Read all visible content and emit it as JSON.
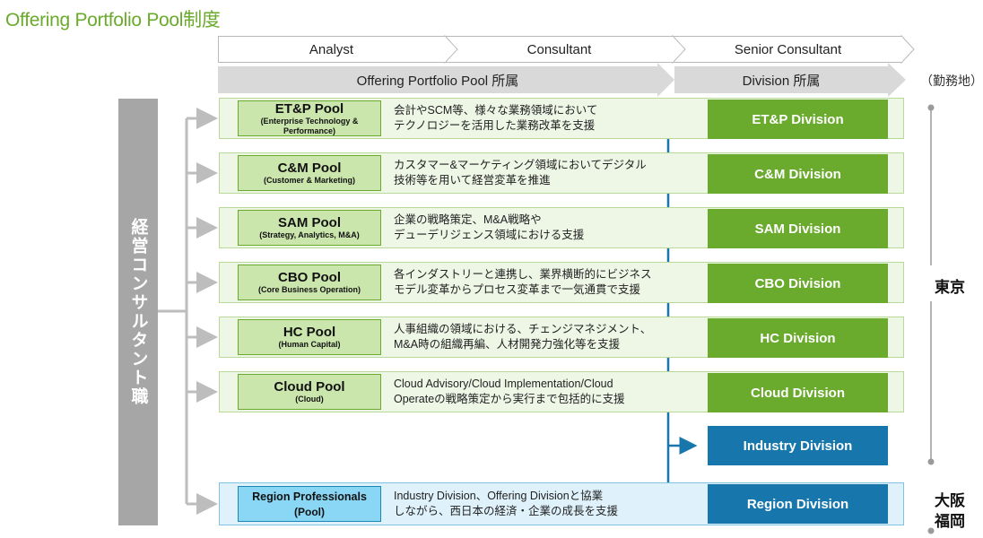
{
  "title": "Offering Portfolio Pool制度",
  "stages": [
    "Analyst",
    "Consultant",
    "Senior Consultant"
  ],
  "affiliation": {
    "pool": "Offering Portfolio Pool 所属",
    "division": "Division 所属"
  },
  "workplace_label": "（勤務地）",
  "vertical_label": "経営コンサルタント職",
  "rows": [
    {
      "pool": "ET&P Pool",
      "sub": "(Enterprise Technology & Performance)",
      "desc1": "会計やSCM等、様々な業務領域において",
      "desc2": "テクノロジーを活用した業務改革を支援",
      "division": "ET&P Division"
    },
    {
      "pool": "C&M Pool",
      "sub": "(Customer & Marketing)",
      "desc1": "カスタマー&マーケティング領域においてデジタル",
      "desc2": "技術等を用いて経営変革を推進",
      "division": "C&M Division"
    },
    {
      "pool": "SAM Pool",
      "sub": "(Strategy, Analytics, M&A)",
      "desc1": "企業の戦略策定、M&A戦略や",
      "desc2": "デューデリジェンス領域における支援",
      "division": "SAM Division"
    },
    {
      "pool": "CBO Pool",
      "sub": "(Core Business Operation)",
      "desc1": "各インダストリーと連携し、業界横断的にビジネス",
      "desc2": "モデル変革からプロセス変革まで一気通貫で支援",
      "division": "CBO Division"
    },
    {
      "pool": "HC Pool",
      "sub": "(Human Capital)",
      "desc1": "人事組織の領域における、チェンジマネジメント、",
      "desc2": "M&A時の組織再編、人材開発力強化等を支援",
      "division": "HC Division"
    },
    {
      "pool": "Cloud Pool",
      "sub": "(Cloud)",
      "desc1": "Cloud Advisory/Cloud Implementation/Cloud",
      "desc2": "Operateの戦略策定から実行まで包括的に支援",
      "division": "Cloud Division"
    }
  ],
  "industry_division": "Industry Division",
  "region": {
    "pool": "Region Professionals",
    "sub": "(Pool)",
    "desc1": "Industry Division、Offering Divisionと協業",
    "desc2": "しながら、西日本の経済・企業の成長を支援",
    "division": "Region Division"
  },
  "locations": {
    "tokyo": "東京",
    "osaka": "大阪",
    "fukuoka": "福岡"
  },
  "colors": {
    "title": "#6aaa2c",
    "green": "#6aaa2c",
    "green_light": "#cbe6ad",
    "blue": "#1777ad",
    "blue_light": "#8ad6f5",
    "gray": "#a6a6a6"
  }
}
